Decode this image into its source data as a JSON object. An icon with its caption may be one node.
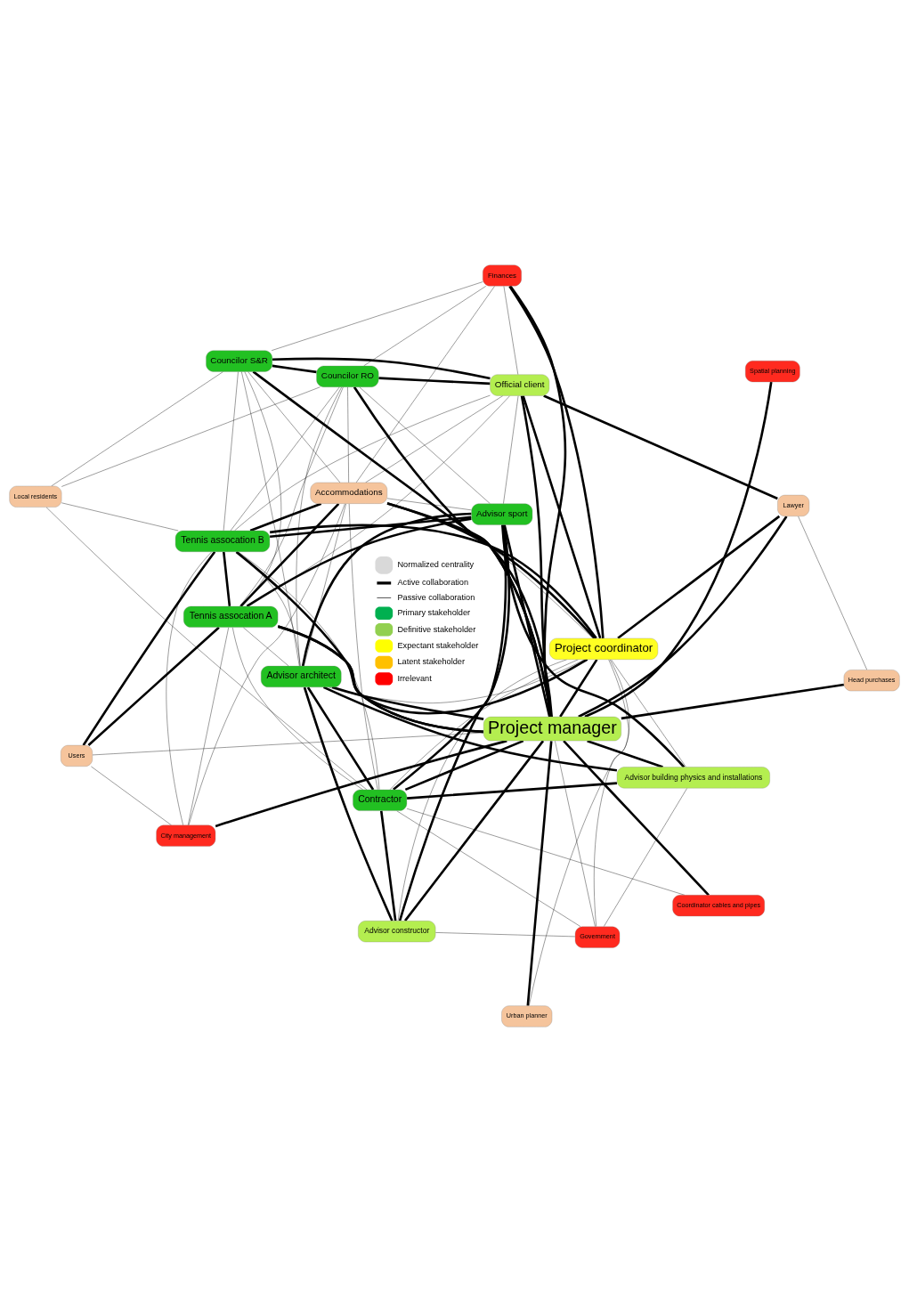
{
  "diagram": {
    "nodes": [
      {
        "text": [
          "Government"
        ]
      },
      {
        "text": [
          "Coordinator cables and pipes"
        ]
      },
      {
        "text": [
          "Spatial planning"
        ]
      },
      {
        "text": [
          "Advisor building physics and installations"
        ]
      },
      {
        "text": [
          "Advisor constructor"
        ]
      },
      {
        "text": [
          "Head purchases"
        ]
      },
      {
        "text": [
          "Urban planner"
        ]
      },
      {
        "text": [
          "Contractor"
        ]
      },
      {
        "text": [
          "Project manager"
        ]
      },
      {
        "text": [
          "Advisor sport"
        ]
      },
      {
        "text": [
          "Lawyer"
        ]
      },
      {
        "text": [
          "Advisor architect"
        ]
      },
      {
        "text": [
          "Project coordinator"
        ]
      },
      {
        "text": [
          "City management"
        ]
      },
      {
        "text": [
          "Tennis assocation A"
        ]
      },
      {
        "text": [
          "Finances"
        ]
      },
      {
        "text": [
          "Official client"
        ]
      },
      {
        "text": [
          "Accommodations"
        ]
      },
      {
        "text": [
          "Tennis assocation B"
        ]
      },
      {
        "text": [
          "Users"
        ]
      },
      {
        "text": [
          "Councilor RO"
        ]
      },
      {
        "text": [
          "Councilor S&R"
        ]
      },
      {
        "text": [
          "Local residents"
        ]
      }
    ],
    "edges": [
      {
        "from": 8,
        "to": 5,
        "arrow": "none",
        "style": "thick"
      },
      {
        "from": 8,
        "to": 6,
        "arrow": "none",
        "style": "thick"
      },
      {
        "from": 8,
        "to": 2,
        "arrow": "none",
        "style": "thick"
      },
      {
        "from": 8,
        "to": 1,
        "arrow": "none",
        "style": "thick"
      },
      {
        "from": 8,
        "to": 3,
        "arrow": "none",
        "style": "thick"
      },
      {
        "from": 8,
        "to": 4,
        "arrow": "none",
        "style": "thick"
      },
      {
        "from": 8,
        "to": 7,
        "arrow": "none",
        "style": "thick"
      },
      {
        "from": 8,
        "to": 9,
        "arrow": "none",
        "style": "thick"
      },
      {
        "from": 8,
        "to": 10,
        "arrow": "none",
        "style": "thick"
      },
      {
        "from": 8,
        "to": 11,
        "arrow": "none",
        "style": "thick"
      },
      {
        "from": 8,
        "to": 12,
        "arrow": "none",
        "style": "thick"
      },
      {
        "from": 8,
        "to": 13,
        "arrow": "none",
        "style": "thick"
      },
      {
        "from": 8,
        "to": 14,
        "arrow": "none",
        "style": "thick"
      },
      {
        "from": 8,
        "to": 18,
        "arrow": "none",
        "style": "thick"
      },
      {
        "from": 8,
        "to": 15,
        "arrow": "none",
        "style": "thick"
      },
      {
        "from": 8,
        "to": 16,
        "arrow": "none",
        "style": "thick"
      },
      {
        "from": 8,
        "to": 17,
        "arrow": "none",
        "style": "thick"
      },
      {
        "from": 8,
        "to": 20,
        "arrow": "none",
        "style": "thick"
      },
      {
        "from": 8,
        "to": 21,
        "arrow": "none",
        "style": "thick"
      },
      {
        "from": 3,
        "to": 9,
        "arrow": "none",
        "style": "thick"
      },
      {
        "from": 3,
        "to": 7,
        "arrow": "none",
        "style": "thick"
      },
      {
        "from": 3,
        "to": 11,
        "arrow": "none",
        "style": "thick"
      },
      {
        "from": 4,
        "to": 9,
        "arrow": "none",
        "style": "thick"
      },
      {
        "from": 4,
        "to": 7,
        "arrow": "none",
        "style": "thick"
      },
      {
        "from": 4,
        "to": 11,
        "arrow": "none",
        "style": "thick"
      },
      {
        "from": 7,
        "to": 9,
        "arrow": "none",
        "style": "thick"
      },
      {
        "from": 7,
        "to": 11,
        "arrow": "none",
        "style": "thick"
      },
      {
        "from": 9,
        "to": 11,
        "arrow": "none",
        "style": "thick"
      },
      {
        "from": 9,
        "to": 14,
        "arrow": "none",
        "style": "thick"
      },
      {
        "from": 9,
        "to": 18,
        "arrow": "none",
        "style": "thick"
      },
      {
        "from": 10,
        "to": 12,
        "arrow": "none",
        "style": "thick"
      },
      {
        "from": 10,
        "to": 16,
        "arrow": "none",
        "style": "thick"
      },
      {
        "from": 12,
        "to": 15,
        "arrow": "none",
        "style": "thick"
      },
      {
        "from": 12,
        "to": 16,
        "arrow": "none",
        "style": "thick"
      },
      {
        "from": 12,
        "to": 17,
        "arrow": "none",
        "style": "thick"
      },
      {
        "from": 12,
        "to": 14,
        "arrow": "none",
        "style": "thick"
      },
      {
        "from": 12,
        "to": 18,
        "arrow": "none",
        "style": "thick"
      },
      {
        "from": 14,
        "to": 18,
        "arrow": "none",
        "style": "thick"
      },
      {
        "from": 14,
        "to": 19,
        "arrow": "none",
        "style": "thick"
      },
      {
        "from": 14,
        "to": 17,
        "arrow": "none",
        "style": "thick"
      },
      {
        "from": 18,
        "to": 19,
        "arrow": "none",
        "style": "thick"
      },
      {
        "from": 18,
        "to": 17,
        "arrow": "none",
        "style": "thick"
      },
      {
        "from": 16,
        "to": 20,
        "arrow": "none",
        "style": "thick"
      },
      {
        "from": 16,
        "to": 21,
        "arrow": "none",
        "style": "thick"
      },
      {
        "from": 20,
        "to": 21,
        "arrow": "none",
        "style": "thick"
      },
      {
        "from": 0,
        "to": 8,
        "arrow": "none"
      },
      {
        "from": 0,
        "to": 12,
        "arrow": "none"
      },
      {
        "from": 0,
        "to": 3,
        "arrow": "none"
      },
      {
        "from": 0,
        "to": 4,
        "arrow": "none"
      },
      {
        "from": 0,
        "to": 7,
        "arrow": "none"
      },
      {
        "from": 1,
        "to": 7,
        "arrow": "none"
      },
      {
        "from": 5,
        "to": 10,
        "arrow": "none"
      },
      {
        "from": 6,
        "to": 12,
        "arrow": "none"
      },
      {
        "from": 4,
        "to": 12,
        "arrow": "none"
      },
      {
        "from": 7,
        "to": 12,
        "arrow": "none"
      },
      {
        "from": 7,
        "to": 14,
        "arrow": "none"
      },
      {
        "from": 7,
        "to": 18,
        "arrow": "none"
      },
      {
        "from": 7,
        "to": 22,
        "arrow": "none"
      },
      {
        "from": 11,
        "to": 12,
        "arrow": "none"
      },
      {
        "from": 11,
        "to": 14,
        "arrow": "none"
      },
      {
        "from": 11,
        "to": 18,
        "arrow": "none"
      },
      {
        "from": 11,
        "to": 20,
        "arrow": "none"
      },
      {
        "from": 11,
        "to": 21,
        "arrow": "none"
      },
      {
        "from": 9,
        "to": 17,
        "arrow": "none"
      },
      {
        "from": 8,
        "to": 19,
        "arrow": "none"
      },
      {
        "from": 12,
        "to": 20,
        "arrow": "none"
      },
      {
        "from": 13,
        "to": 14,
        "arrow": "none"
      },
      {
        "from": 13,
        "to": 17,
        "arrow": "none"
      },
      {
        "from": 13,
        "to": 18,
        "arrow": "none"
      },
      {
        "from": 14,
        "to": 16,
        "arrow": "none"
      },
      {
        "from": 14,
        "to": 20,
        "arrow": "none"
      },
      {
        "from": 14,
        "to": 21,
        "arrow": "none"
      },
      {
        "from": 18,
        "to": 16,
        "arrow": "none"
      },
      {
        "from": 18,
        "to": 20,
        "arrow": "none"
      },
      {
        "from": 18,
        "to": 21,
        "arrow": "none"
      },
      {
        "from": 18,
        "to": 22,
        "arrow": "none"
      },
      {
        "from": 15,
        "to": 16,
        "arrow": "none"
      },
      {
        "from": 15,
        "to": 20,
        "arrow": "none"
      },
      {
        "from": 15,
        "to": 21,
        "arrow": "none"
      },
      {
        "from": 15,
        "to": 17,
        "arrow": "none"
      },
      {
        "from": 17,
        "to": 20,
        "arrow": "none"
      },
      {
        "from": 17,
        "to": 21,
        "arrow": "none"
      },
      {
        "from": 17,
        "to": 16,
        "arrow": "none"
      },
      {
        "from": 21,
        "to": 22,
        "arrow": "none"
      },
      {
        "from": 20,
        "to": 22,
        "arrow": "none"
      },
      {
        "from": 9,
        "to": 20,
        "arrow": "none"
      },
      {
        "from": 7,
        "to": 17,
        "arrow": "none"
      },
      {
        "from": 11,
        "to": 17,
        "arrow": "none"
      },
      {
        "from": 13,
        "to": 19,
        "arrow": "none"
      },
      {
        "from": 3,
        "to": 12,
        "arrow": "none"
      },
      {
        "from": 9,
        "to": 16,
        "arrow": "none"
      }
    ],
    "legend": [
      {
        "text": "Normalized centrality"
      },
      {
        "text": "Active collaboration"
      },
      {
        "text": "Passive collaboration"
      },
      {
        "text": "Primary stakeholder",
        "color": "#00b050"
      },
      {
        "text": "Definitive stakeholder",
        "color": "#92d050"
      },
      {
        "text": "Expectant stakeholder",
        "color": "#ffff00"
      },
      {
        "text": "Latent stakeholder",
        "color": "#ffc000"
      },
      {
        "text": "Irrelevant",
        "color": "#ff0000"
      }
    ]
  }
}
